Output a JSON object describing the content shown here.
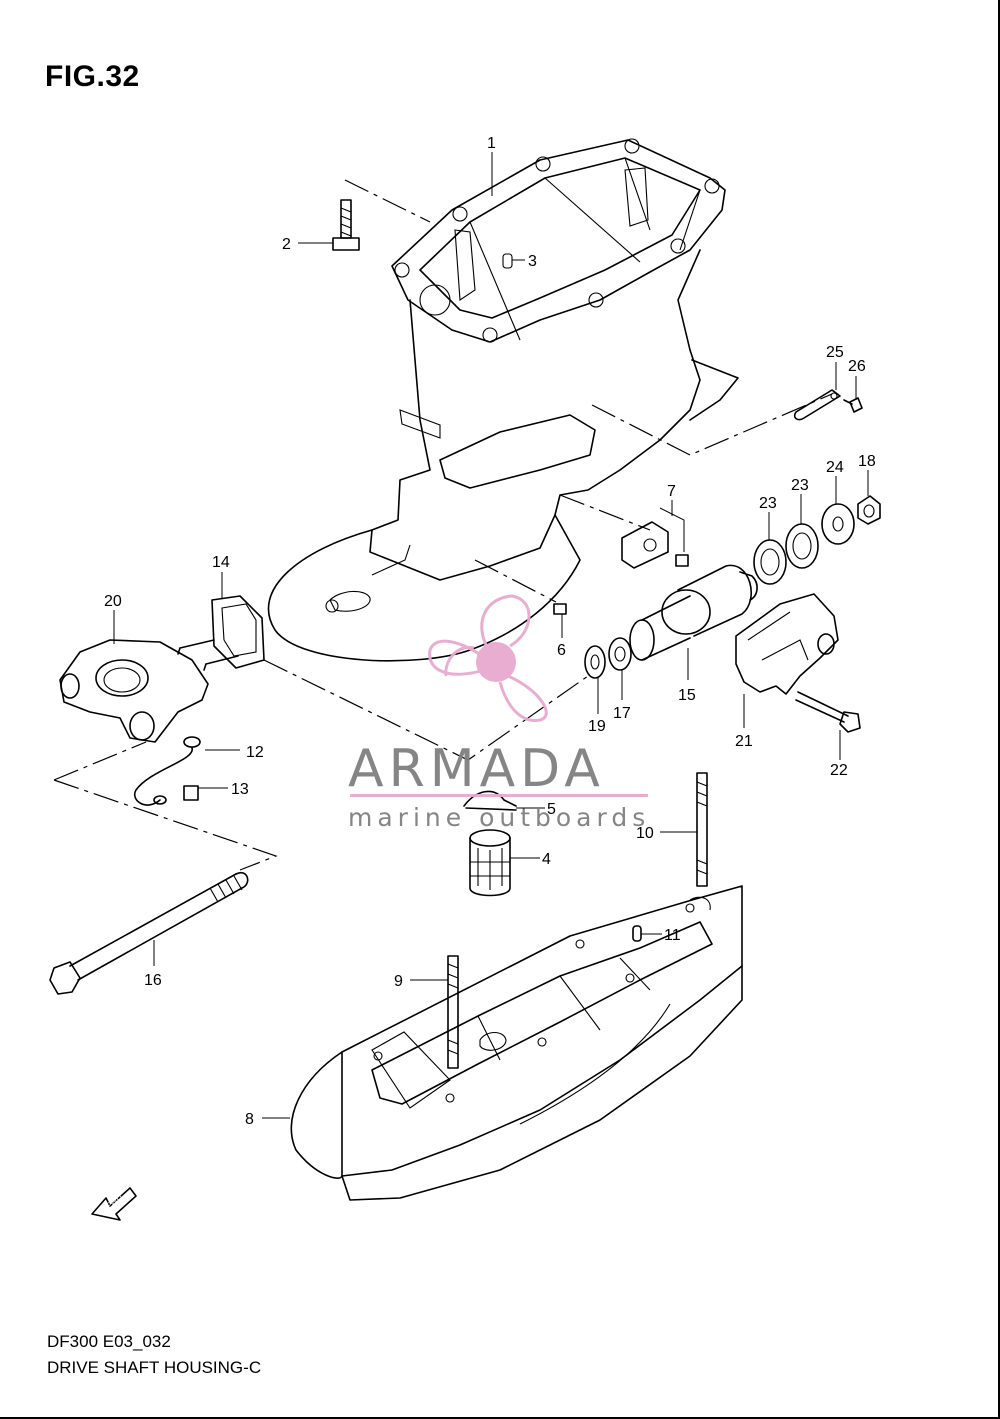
{
  "figure": {
    "title": "FIG.32",
    "code": "DF300 E03_032",
    "name": "DRIVE SHAFT HOUSING-C"
  },
  "watermark": {
    "word": "ARMADA",
    "tagline": "marine outboards",
    "colors": {
      "propeller": "#e8a9cf",
      "text": "#7f7f7f",
      "rule": "#e8a9cf"
    }
  },
  "fwd_marker": {
    "label": "FWD"
  },
  "callouts": [
    {
      "id": "1",
      "label": "1"
    },
    {
      "id": "2",
      "label": "2"
    },
    {
      "id": "3",
      "label": "3"
    },
    {
      "id": "4",
      "label": "4"
    },
    {
      "id": "5",
      "label": "5"
    },
    {
      "id": "6",
      "label": "6"
    },
    {
      "id": "7",
      "label": "7"
    },
    {
      "id": "8",
      "label": "8"
    },
    {
      "id": "9",
      "label": "9"
    },
    {
      "id": "10",
      "label": "10"
    },
    {
      "id": "11",
      "label": "11"
    },
    {
      "id": "12",
      "label": "12"
    },
    {
      "id": "13",
      "label": "13"
    },
    {
      "id": "14",
      "label": "14"
    },
    {
      "id": "15",
      "label": "15"
    },
    {
      "id": "16",
      "label": "16"
    },
    {
      "id": "17",
      "label": "17"
    },
    {
      "id": "18",
      "label": "18"
    },
    {
      "id": "19",
      "label": "19"
    },
    {
      "id": "20",
      "label": "20"
    },
    {
      "id": "21",
      "label": "21"
    },
    {
      "id": "22",
      "label": "22"
    },
    {
      "id": "23a",
      "label": "23"
    },
    {
      "id": "23b",
      "label": "23"
    },
    {
      "id": "24",
      "label": "24"
    },
    {
      "id": "25",
      "label": "25"
    },
    {
      "id": "26",
      "label": "26"
    }
  ]
}
